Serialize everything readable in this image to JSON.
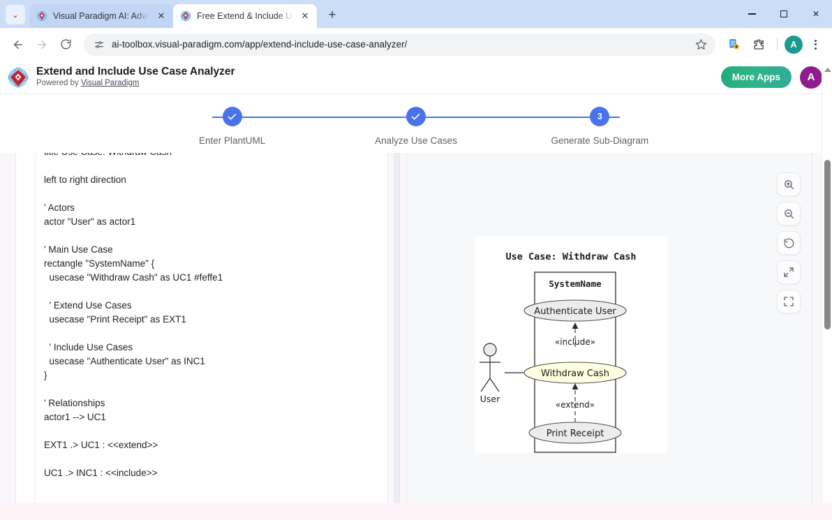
{
  "browser": {
    "tabs": [
      {
        "title": "Visual Paradigm AI: Advanced S",
        "favicon": "vp-favicon",
        "active": false
      },
      {
        "title": "Free Extend & Include Use Case",
        "favicon": "vp-favicon",
        "active": true
      }
    ],
    "new_tab_label": "+",
    "tab_close_label": "✕",
    "tabstrip_caret": "⌄",
    "window_controls": {
      "minimize": "minimize-icon",
      "maximize": "maximize-icon",
      "close": "✕"
    },
    "nav": {
      "back": "back-arrow-icon",
      "forward": "forward-arrow-icon",
      "reload": "reload-icon"
    },
    "omnibox": {
      "site_info_icon": "tune-icon",
      "url": "ai-toolbox.visual-paradigm.com/app/extend-include-use-case-analyzer/",
      "bookmark_icon": "star-icon"
    },
    "toolbar_right": {
      "downloads_icon": "file-download-icon",
      "extensions_icon": "puzzle-piece-icon",
      "profile_initial": "A",
      "menu_icon": "kebab-menu-icon"
    }
  },
  "app": {
    "logo": "visual-paradigm-logo",
    "title": "Extend and Include Use Case Analyzer",
    "powered_by_prefix": "Powered by ",
    "powered_by_link": "Visual Paradigm",
    "more_apps_label": "More Apps",
    "avatar_initial": "A",
    "colors": {
      "accent_blue": "#4a72ec",
      "more_apps_green": "#2fb489",
      "avatar_purple": "#8e1d8e",
      "page_bg": "#faf7fc",
      "diagram_bg": "#f7f8fa",
      "highlight_usecase": "#feffe1"
    }
  },
  "stepper": {
    "steps": [
      {
        "number": "1",
        "label": "Enter PlantUML",
        "state": "complete",
        "mark": "✓"
      },
      {
        "number": "2",
        "label": "Analyze Use Cases",
        "state": "complete",
        "mark": "✓"
      },
      {
        "number": "3",
        "label": "Generate Sub-Diagram",
        "state": "current",
        "mark": "3"
      }
    ]
  },
  "editor": {
    "lines": [
      "title Use Case: Withdraw Cash",
      "",
      "left to right direction",
      "",
      "' Actors",
      "actor \"User\" as actor1",
      "",
      "' Main Use Case",
      "rectangle \"SystemName\" {",
      "  usecase \"Withdraw Cash\" as UC1 #feffe1",
      "",
      "  ' Extend Use Cases",
      "  usecase \"Print Receipt\" as EXT1",
      "",
      "  ' Include Use Cases",
      "  usecase \"Authenticate User\" as INC1",
      "}",
      "",
      "' Relationships",
      "actor1 --> UC1",
      "",
      "EXT1 .> UC1 : <<extend>>",
      "",
      "UC1 .> INC1 : <<include>>"
    ]
  },
  "diagram": {
    "title": "Use Case: Withdraw Cash",
    "system_label": "SystemName",
    "actor_label": "User",
    "use_cases": [
      {
        "name": "Authenticate User",
        "fill": "#ececec"
      },
      {
        "name": "Withdraw Cash",
        "fill": "#feffe1"
      },
      {
        "name": "Print Receipt",
        "fill": "#ececec"
      }
    ],
    "relationships": [
      {
        "label": "«include»",
        "from": "Withdraw Cash",
        "to": "Authenticate User"
      },
      {
        "label": "«extend»",
        "from": "Print Receipt",
        "to": "Withdraw Cash"
      }
    ],
    "toolbar": [
      {
        "name": "zoom-in-icon"
      },
      {
        "name": "zoom-out-icon"
      },
      {
        "name": "reset-rotate-icon"
      },
      {
        "name": "fit-screen-icon"
      },
      {
        "name": "fullscreen-icon"
      }
    ]
  }
}
